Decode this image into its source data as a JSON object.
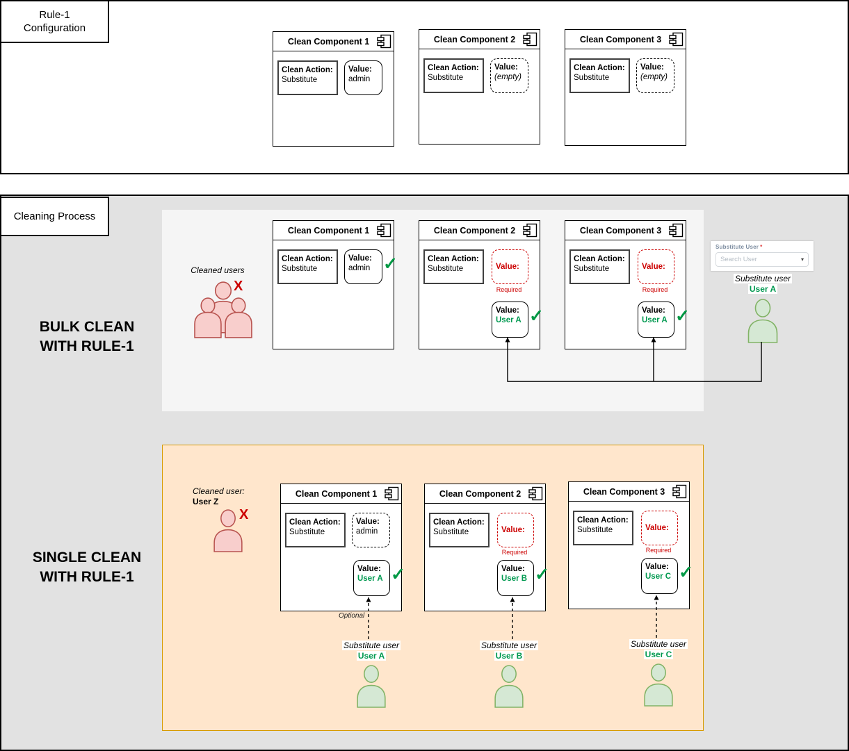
{
  "palette": {
    "red": "#cc0000",
    "green_text": "#009950",
    "check_green": "#009945",
    "pink_fill": "#f8cecc",
    "pink_stroke": "#b85450",
    "green_fill": "#d5e8d4",
    "green_stroke": "#82b366",
    "orange_panel_fill": "#ffe6cc",
    "orange_panel_stroke": "#d79b00",
    "process_bg": "#e2e2e2",
    "bulk_panel_bg": "#f5f5f5"
  },
  "config_section": {
    "label": "Rule-1 Configuration",
    "components": [
      {
        "title": "Clean Component 1",
        "action_label": "Clean Action:",
        "action_value": "Substitute",
        "value_label": "Value:",
        "value": "admin"
      },
      {
        "title": "Clean Component 2",
        "action_label": "Clean Action:",
        "action_value": "Substitute",
        "value_label": "Value:",
        "value": "(empty)"
      },
      {
        "title": "Clean Component 3",
        "action_label": "Clean Action:",
        "action_value": "Substitute",
        "value_label": "Value:",
        "value": "(empty)"
      }
    ]
  },
  "process_section": {
    "label": "Cleaning Process",
    "bulk": {
      "heading_line1": "BULK CLEAN",
      "heading_line2": "WITH RULE-1",
      "cleaned_users_label": "Cleaned users",
      "x_mark": "X",
      "check_mark": "✓",
      "components": [
        {
          "title": "Clean Component 1",
          "action_label": "Clean Action:",
          "action_value": "Substitute",
          "value_label": "Value:",
          "value": "admin",
          "check": "✓"
        },
        {
          "title": "Clean Component 2",
          "action_label": "Clean Action:",
          "action_value": "Substitute",
          "missing_value_label": "Value:",
          "required_label": "Required",
          "value_label": "Value:",
          "value": "User A",
          "check": "✓"
        },
        {
          "title": "Clean Component 3",
          "action_label": "Clean Action:",
          "action_value": "Substitute",
          "missing_value_label": "Value:",
          "required_label": "Required",
          "value_label": "Value:",
          "value": "User A",
          "check": "✓"
        }
      ],
      "widget": {
        "label": "Substitute User",
        "required_star": "*",
        "placeholder": "Search User",
        "caret": "▾"
      },
      "substitute_user_label": "Substitute user",
      "substitute_user_name": "User A"
    },
    "single": {
      "heading_line1": "SINGLE CLEAN",
      "heading_line2": "WITH RULE-1",
      "cleaned_user_label": "Cleaned user:",
      "cleaned_user_name": "User Z",
      "x_mark": "X",
      "optional_label": "Optional",
      "components": [
        {
          "title": "Clean Component 1",
          "action_label": "Clean Action:",
          "action_value": "Substitute",
          "config_value_label": "Value:",
          "config_value": "admin",
          "value_label": "Value:",
          "value": "User A",
          "check": "✓"
        },
        {
          "title": "Clean Component 2",
          "action_label": "Clean Action:",
          "action_value": "Substitute",
          "missing_value_label": "Value:",
          "required_label": "Required",
          "value_label": "Value:",
          "value": "User B",
          "check": "✓"
        },
        {
          "title": "Clean Component 3",
          "action_label": "Clean Action:",
          "action_value": "Substitute",
          "missing_value_label": "Value:",
          "required_label": "Required",
          "value_label": "Value:",
          "value": "User C",
          "check": "✓"
        }
      ],
      "substitutes": [
        {
          "label": "Substitute user",
          "name": "User A"
        },
        {
          "label": "Substitute user",
          "name": "User B"
        },
        {
          "label": "Substitute user",
          "name": "User C"
        }
      ]
    }
  }
}
